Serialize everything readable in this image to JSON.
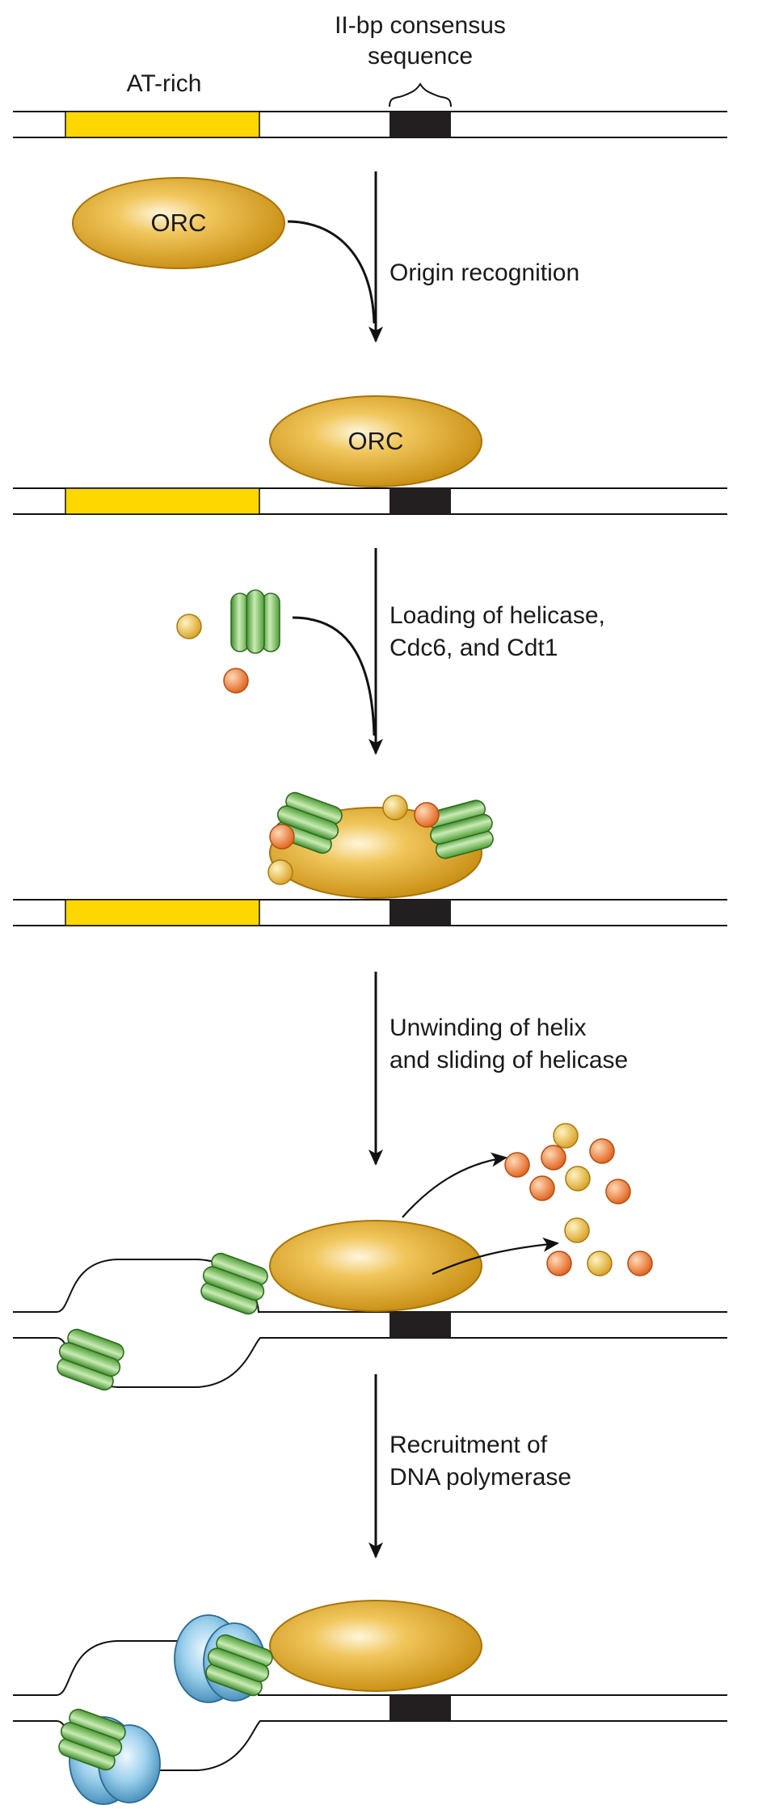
{
  "labels": {
    "at_rich": "AT-rich",
    "consensus_line1": "II-bp consensus",
    "consensus_line2": "sequence",
    "orc": "ORC"
  },
  "steps": [
    {
      "line1": "Origin recognition",
      "line2": ""
    },
    {
      "line1": "Loading of helicase,",
      "line2": "Cdc6, and Cdt1"
    },
    {
      "line1": "Unwinding of helix",
      "line2": "and sliding of helicase"
    },
    {
      "line1": "Recruitment of",
      "line2": "DNA polymerase"
    }
  ],
  "colors": {
    "at_rich": "#FFD700",
    "consensus": "#231f20",
    "orc": "#D9A31F",
    "helicase": "#6DB84E",
    "cdc6": "#E9B53A",
    "cdt1": "#EE7A2B",
    "polymerase": "#6FB0D4"
  }
}
